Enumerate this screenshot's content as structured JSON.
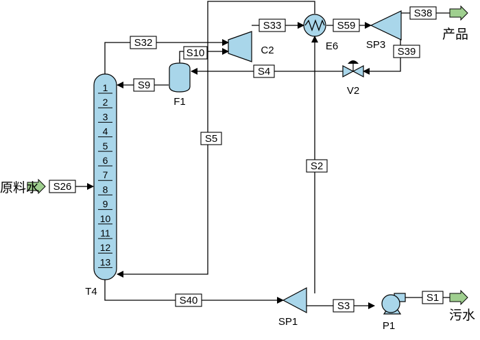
{
  "streams": {
    "S1": "S1",
    "S2": "S2",
    "S3": "S3",
    "S4": "S4",
    "S5": "S5",
    "S9": "S9",
    "S10": "S10",
    "S26": "S26",
    "S32": "S32",
    "S33": "S33",
    "S38": "S38",
    "S39": "S39",
    "S40": "S40",
    "S59": "S59"
  },
  "equipment": {
    "T4": "T4",
    "F1": "F1",
    "C2": "C2",
    "E6": "E6",
    "SP3": "SP3",
    "V2": "V2",
    "SP1": "SP1",
    "P1": "P1"
  },
  "tray_labels": [
    "1",
    "2",
    "3",
    "4",
    "5",
    "6",
    "7",
    "8",
    "9",
    "10",
    "11",
    "12",
    "13"
  ],
  "texts": {
    "feed": "原料水",
    "product": "产品",
    "wastewater": "污水"
  },
  "colors": {
    "equipment_fill": "#a9d6ea",
    "arrow_fill": "#9fcf8f"
  }
}
